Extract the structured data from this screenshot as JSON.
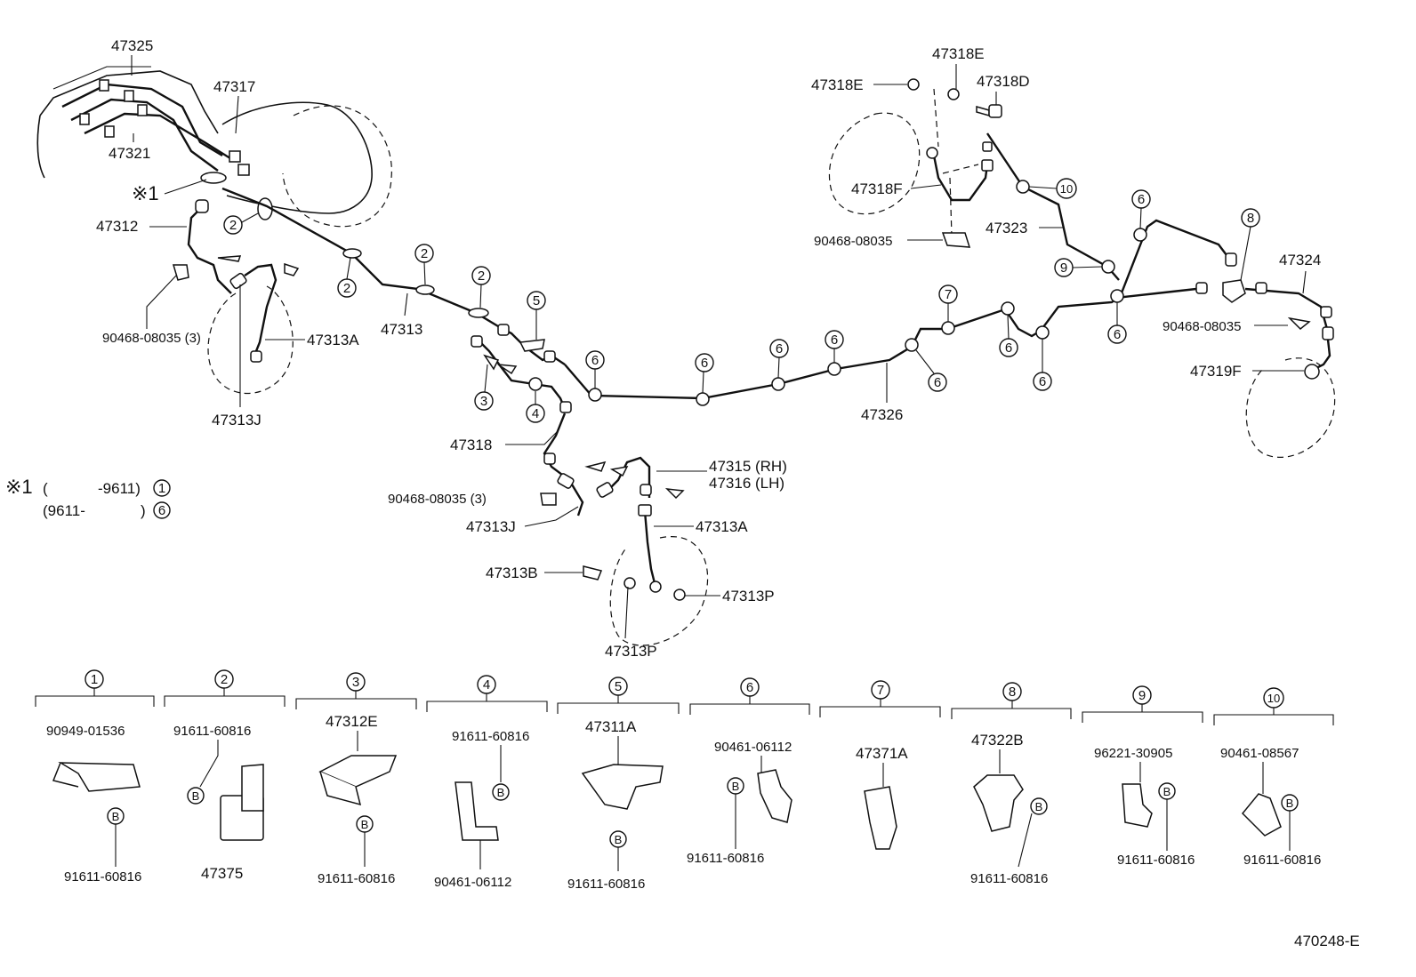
{
  "diagram_code": "470248-E",
  "note": {
    "symbol": "※1",
    "line1_open": "(",
    "line1_range": "-9611)",
    "line1_ref": "1",
    "line2_range": "(9611-",
    "line2_close": ")",
    "line2_ref": "6"
  },
  "labels": {
    "p47325": "47325",
    "p47317": "47317",
    "p47321": "47321",
    "star1": "※1",
    "p47312": "47312",
    "p90468_3a": "90468-08035 (3)",
    "p47313A_a": "47313A",
    "p47313J_a": "47313J",
    "p47313": "47313",
    "p47318": "47318",
    "p90468_3b": "90468-08035 (3)",
    "p47313J_b": "47313J",
    "p47315": "47315 (RH)",
    "p47316": "47316 (LH)",
    "p47313A_b": "47313A",
    "p47313B": "47313B",
    "p47313P_a": "47313P",
    "p47313P_b": "47313P",
    "p47326": "47326",
    "p47318E_a": "47318E",
    "p47318E_b": "47318E",
    "p47318D": "47318D",
    "p47318F": "47318F",
    "p90468_c": "90468-08035",
    "p47323": "47323",
    "p47324": "47324",
    "p90468_d": "90468-08035",
    "p47319F": "47319F"
  },
  "callouts": {
    "c2a": "2",
    "c2b": "2",
    "c2c": "2",
    "c2d": "2",
    "c3": "3",
    "c4": "4",
    "c5": "5",
    "c6a": "6",
    "c6b": "6",
    "c6c": "6",
    "c6d": "6",
    "c6e": "6",
    "c6f": "6",
    "c6g": "6",
    "c6h": "6",
    "c6i": "6",
    "c7": "7",
    "c8": "8",
    "c9": "9",
    "c10": "10"
  },
  "details": [
    {
      "num": "1",
      "top": "90949-01536",
      "bottom": "91611-60816",
      "bolt": "B"
    },
    {
      "num": "2",
      "top": "91611-60816",
      "bottom": "47375",
      "bolt": "B"
    },
    {
      "num": "3",
      "top": "47312E",
      "bottom": "91611-60816",
      "bolt": "B"
    },
    {
      "num": "4",
      "top": "91611-60816",
      "bottom": "90461-06112",
      "bolt": "B"
    },
    {
      "num": "5",
      "top": "47311A",
      "bottom": "91611-60816",
      "bolt": "B"
    },
    {
      "num": "6",
      "top": "90461-06112",
      "bottom": "91611-60816",
      "bolt": "B"
    },
    {
      "num": "7",
      "top": "47371A",
      "bottom": "",
      "bolt": ""
    },
    {
      "num": "8",
      "top": "47322B",
      "bottom": "91611-60816",
      "bolt": "B"
    },
    {
      "num": "9",
      "top": "96221-30905",
      "bottom": "91611-60816",
      "bolt": "B"
    },
    {
      "num": "10",
      "top": "90461-08567",
      "bottom": "91611-60816",
      "bolt": "B"
    }
  ]
}
